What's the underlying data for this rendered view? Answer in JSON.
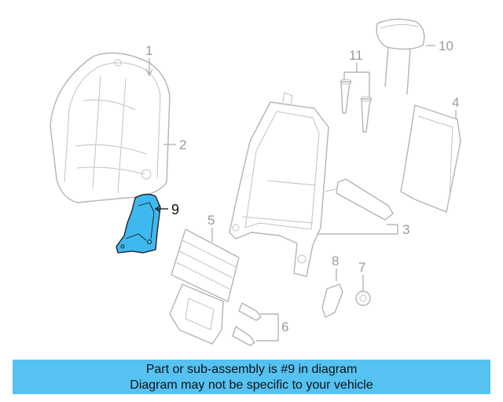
{
  "banner": {
    "line1": "Part or sub-assembly is #9 in diagram",
    "line2": "Diagram may not be specific to your vehicle",
    "color": "#55c2f2"
  },
  "highlight": {
    "part_number": "9",
    "color": "#3fb8ef"
  },
  "callouts": [
    "1",
    "2",
    "3",
    "4",
    "5",
    "6",
    "7",
    "8",
    "10",
    "11"
  ]
}
